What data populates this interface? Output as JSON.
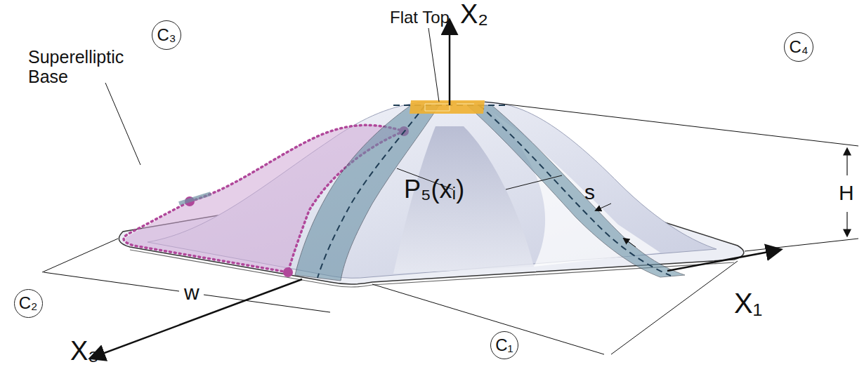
{
  "diagram": {
    "nodes": [
      {
        "text": [
          "C₃"
        ]
      },
      {
        "text": [
          "C₄"
        ]
      },
      {
        "text": [
          "C₂"
        ]
      },
      {
        "text": [
          "C₁"
        ]
      }
    ],
    "labels": [
      "X₂",
      "Flat Top",
      "Superelliptic Base",
      "P₅(xᵢ)",
      "s",
      "H",
      "w",
      "X₁",
      "X₃"
    ]
  }
}
